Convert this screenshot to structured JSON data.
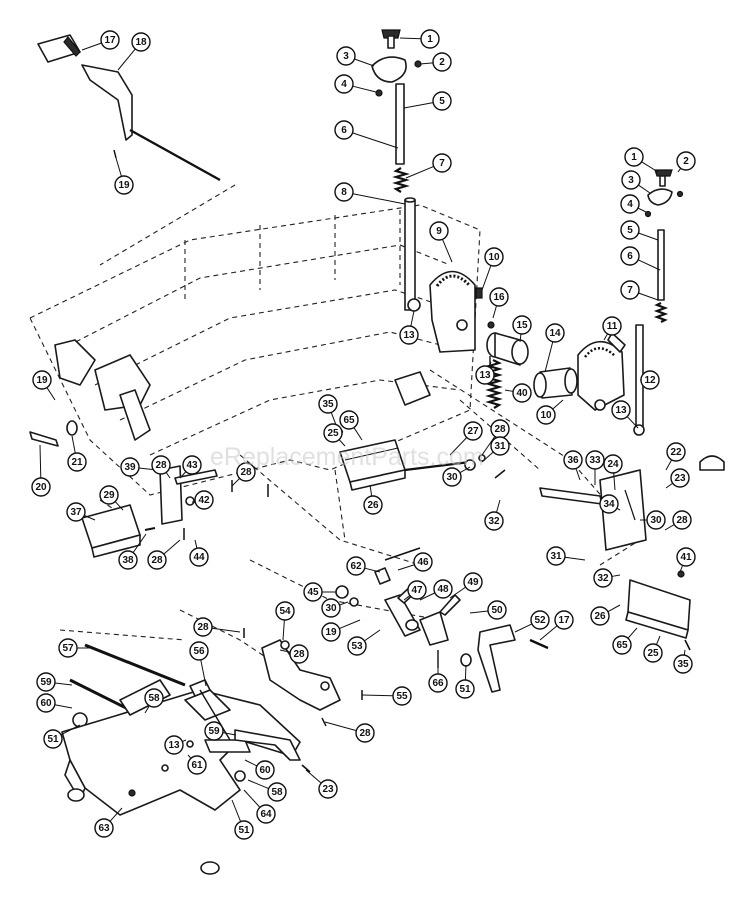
{
  "watermark": "eReplacementParts.com",
  "callouts": [
    {
      "n": "1"
    },
    {
      "n": "2"
    },
    {
      "n": "3"
    },
    {
      "n": "4"
    },
    {
      "n": "5"
    },
    {
      "n": "6"
    },
    {
      "n": "7"
    },
    {
      "n": "8"
    },
    {
      "n": "9"
    },
    {
      "n": "10"
    },
    {
      "n": "13"
    },
    {
      "n": "16"
    },
    {
      "n": "15"
    },
    {
      "n": "14"
    },
    {
      "n": "13"
    },
    {
      "n": "40"
    },
    {
      "n": "10"
    },
    {
      "n": "11"
    },
    {
      "n": "12"
    },
    {
      "n": "13"
    },
    {
      "n": "1"
    },
    {
      "n": "2"
    },
    {
      "n": "3"
    },
    {
      "n": "4"
    },
    {
      "n": "5"
    },
    {
      "n": "6"
    },
    {
      "n": "7"
    },
    {
      "n": "17"
    },
    {
      "n": "18"
    },
    {
      "n": "19"
    },
    {
      "n": "19"
    },
    {
      "n": "21"
    },
    {
      "n": "20"
    },
    {
      "n": "35"
    },
    {
      "n": "65"
    },
    {
      "n": "25"
    },
    {
      "n": "26"
    },
    {
      "n": "27"
    },
    {
      "n": "28"
    },
    {
      "n": "31"
    },
    {
      "n": "30"
    },
    {
      "n": "32"
    },
    {
      "n": "36"
    },
    {
      "n": "33"
    },
    {
      "n": "24"
    },
    {
      "n": "22"
    },
    {
      "n": "23"
    },
    {
      "n": "34"
    },
    {
      "n": "30"
    },
    {
      "n": "28"
    },
    {
      "n": "31"
    },
    {
      "n": "32"
    },
    {
      "n": "41"
    },
    {
      "n": "26"
    },
    {
      "n": "65"
    },
    {
      "n": "25"
    },
    {
      "n": "35"
    },
    {
      "n": "39"
    },
    {
      "n": "28"
    },
    {
      "n": "43"
    },
    {
      "n": "28"
    },
    {
      "n": "42"
    },
    {
      "n": "29"
    },
    {
      "n": "37"
    },
    {
      "n": "38"
    },
    {
      "n": "28"
    },
    {
      "n": "44"
    },
    {
      "n": "62"
    },
    {
      "n": "46"
    },
    {
      "n": "45"
    },
    {
      "n": "30"
    },
    {
      "n": "47"
    },
    {
      "n": "48"
    },
    {
      "n": "49"
    },
    {
      "n": "50"
    },
    {
      "n": "19"
    },
    {
      "n": "53"
    },
    {
      "n": "52"
    },
    {
      "n": "17"
    },
    {
      "n": "54"
    },
    {
      "n": "66"
    },
    {
      "n": "51"
    },
    {
      "n": "28"
    },
    {
      "n": "28"
    },
    {
      "n": "55"
    },
    {
      "n": "28"
    },
    {
      "n": "56"
    },
    {
      "n": "57"
    },
    {
      "n": "59"
    },
    {
      "n": "60"
    },
    {
      "n": "58"
    },
    {
      "n": "51"
    },
    {
      "n": "13"
    },
    {
      "n": "61"
    },
    {
      "n": "59"
    },
    {
      "n": "60"
    },
    {
      "n": "58"
    },
    {
      "n": "64"
    },
    {
      "n": "23"
    },
    {
      "n": "63"
    },
    {
      "n": "51"
    }
  ]
}
